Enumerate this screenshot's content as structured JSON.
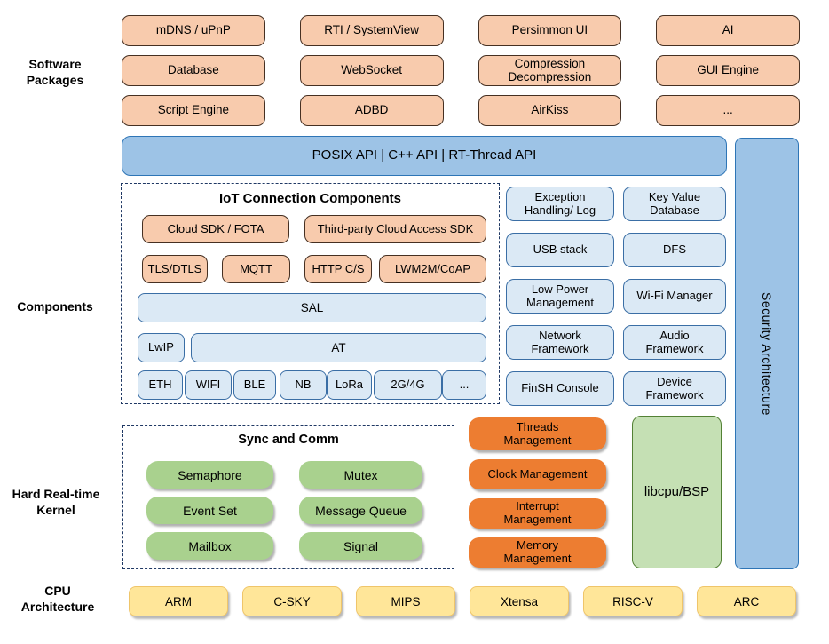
{
  "section_labels": {
    "software_packages": "Software\nPackages",
    "components": "Components",
    "kernel": "Hard Real-time\nKernel",
    "cpu": "CPU\nArchitecture"
  },
  "software_packages": {
    "items": [
      "mDNS / uPnP",
      "RTI / SystemView",
      "Persimmon UI",
      "AI",
      "Database",
      "WebSocket",
      "Compression\nDecompression",
      "GUI Engine",
      "Script Engine",
      "ADBD",
      "AirKiss",
      "..."
    ]
  },
  "api_bar": {
    "label": "POSIX API | C++ API | RT-Thread API"
  },
  "security": {
    "label": "Security Architecture"
  },
  "iot": {
    "title": "IoT Connection Components",
    "cloud_row": [
      "Cloud SDK / FOTA",
      "Third-party Cloud Access SDK"
    ],
    "protocol_row": [
      "TLS/DTLS",
      "MQTT",
      "HTTP C/S",
      "LWM2M/CoAP"
    ],
    "sal": "SAL",
    "lwip": "LwIP",
    "at": "AT",
    "link_row": [
      "ETH",
      "WIFI",
      "BLE",
      "NB",
      "LoRa",
      "2G/4G",
      "..."
    ]
  },
  "services": {
    "items": [
      "Exception\nHandling/ Log",
      "Key Value\nDatabase",
      "USB stack",
      "DFS",
      "Low Power\nManagement",
      "Wi-Fi Manager",
      "Network\nFramework",
      "Audio\nFramework",
      "FinSH Console",
      "Device\nFramework"
    ]
  },
  "kernel": {
    "sync_title": "Sync and Comm",
    "sync_items": [
      "Semaphore",
      "Mutex",
      "Event Set",
      "Message Queue",
      "Mailbox",
      "Signal"
    ],
    "mgmt_items": [
      "Threads\nManagement",
      "Clock Management",
      "Interrupt\nManagement",
      "Memory\nManagement"
    ],
    "libcpu": "libcpu/BSP"
  },
  "cpu": {
    "items": [
      "ARM",
      "C-SKY",
      "MIPS",
      "Xtensa",
      "RISC-V",
      "ARC"
    ]
  },
  "palette": {
    "package_fill": "#f8cbad",
    "package_border": "#463022",
    "api_fill": "#9dc3e6",
    "api_border": "#2e75b6",
    "component_fill": "#dbe9f5",
    "component_border": "#3a6ea5",
    "dashed_border": "#1f3864",
    "sync_fill": "#a9d18e",
    "management_fill": "#ed7d31",
    "libcpu_fill": "#c5e0b4",
    "libcpu_border": "#538135",
    "cpu_fill": "#ffe699",
    "text": "#000000"
  }
}
